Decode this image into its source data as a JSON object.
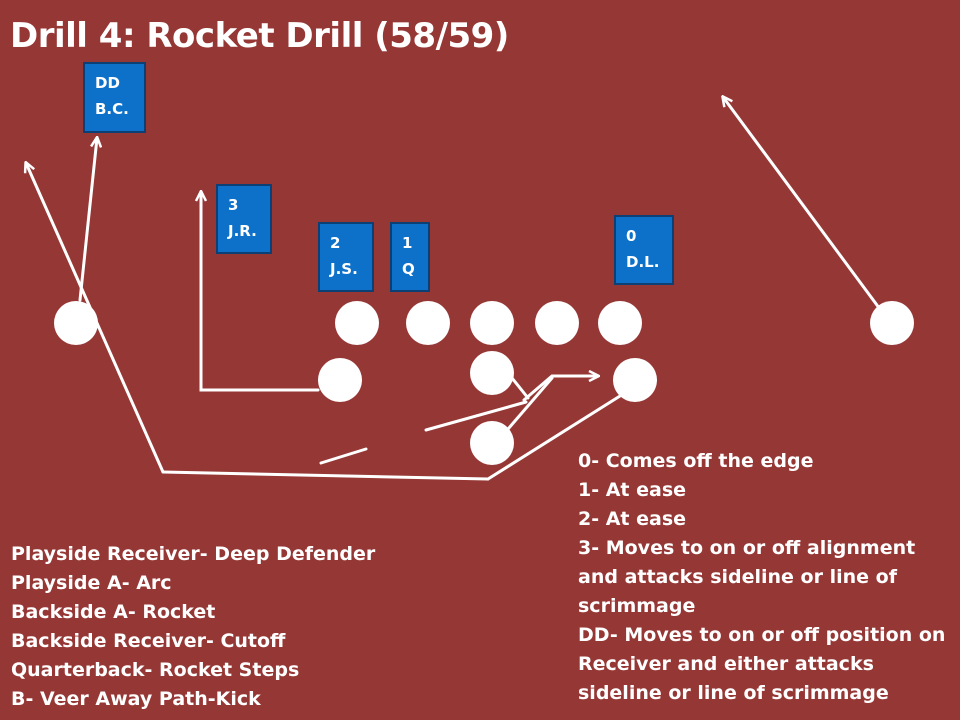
{
  "title": "Drill 4: Rocket Drill (58/59)",
  "boxes": {
    "dd": [
      "DD",
      "B.C."
    ],
    "three": [
      "3",
      "J.R."
    ],
    "two": [
      "2",
      "J.S."
    ],
    "one": [
      "1",
      "Q"
    ],
    "zero": [
      "0",
      "D.L."
    ]
  },
  "left_notes": [
    "Playside Receiver- Deep Defender",
    "Playside A- Arc",
    "Backside A- Rocket",
    "Backside Receiver- Cutoff",
    "Quarterback- Rocket Steps",
    "B- Veer Away Path-Kick"
  ],
  "right_notes": [
    "0- Comes off the edge",
    "1- At ease",
    "2- At ease",
    "3- Moves to on or off alignment and attacks sideline or line of scrimmage",
    "DD- Moves to on or off position on Receiver and either attacks sideline or line of scrimmage"
  ],
  "colors": {
    "background": "#953735",
    "box_fill": "#0e71c9",
    "box_border": "#0c3f73",
    "marks": "#ffffff"
  }
}
